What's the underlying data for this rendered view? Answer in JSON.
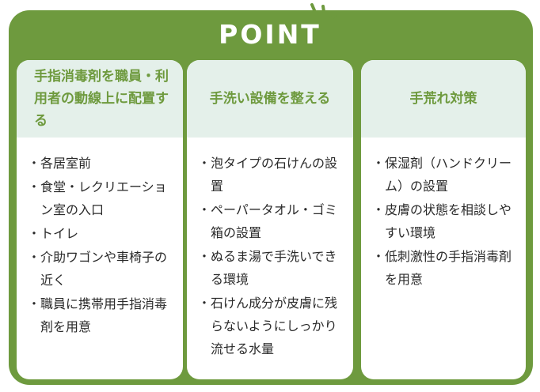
{
  "title": "POINT",
  "colors": {
    "green": "#6e9a3e",
    "head_bg": "#e4f0ea",
    "text": "#2a2a2a"
  },
  "cards": [
    {
      "heading": "手指消毒剤を職員・利用者の動線上に配置する",
      "items": [
        "各居室前",
        "食堂・レクリエーション室の入口",
        "トイレ",
        "介助ワゴンや車椅子の近く",
        "職員に携帯用手指消毒剤を用意"
      ]
    },
    {
      "heading": "手洗い設備を整える",
      "items": [
        "泡タイプの石けんの設置",
        "ペーパータオル・ゴミ箱の設置",
        "ぬるま湯で手洗いできる環境",
        "石けん成分が皮膚に残らないようにしっかり流せる水量"
      ]
    },
    {
      "heading": "手荒れ対策",
      "items": [
        "保湿剤（ハンドクリーム）の設置",
        "皮膚の状態を相談しやすい環境",
        "低刺激性の手指消毒剤を用意"
      ]
    }
  ]
}
